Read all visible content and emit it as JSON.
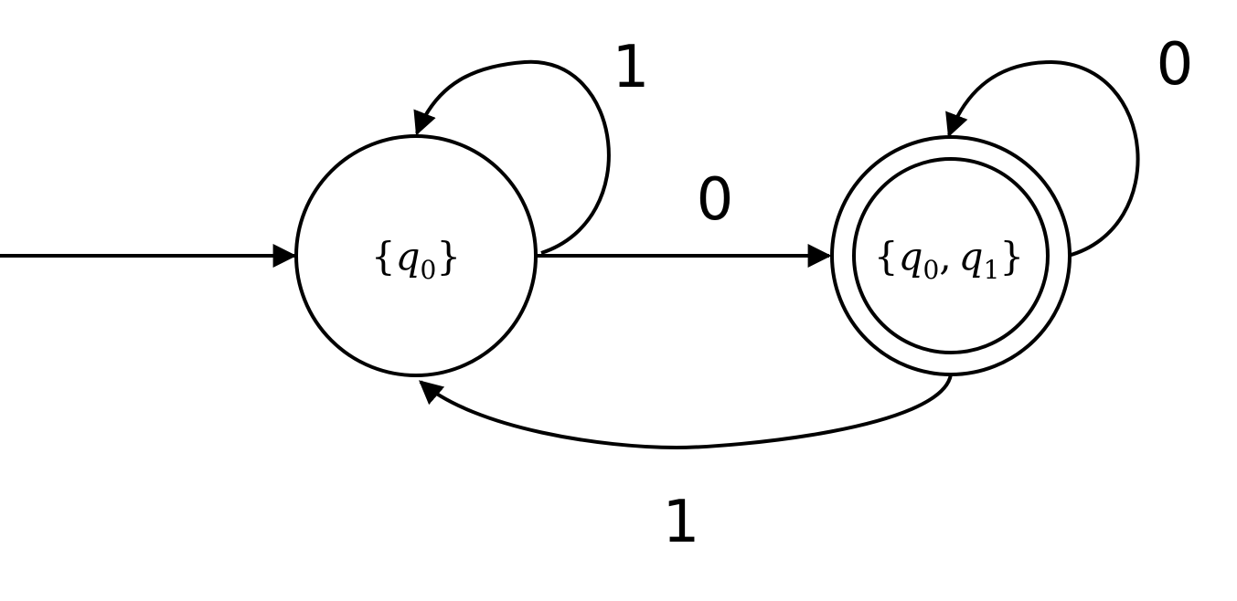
{
  "diagram": {
    "colors": {
      "stroke": "#000000",
      "background": "#ffffff"
    },
    "states": [
      {
        "id": "q0-set",
        "open_brace": "{",
        "close_brace": "}",
        "separator": ",",
        "elements": [
          {
            "symbol": "q",
            "subscript": "0"
          }
        ],
        "initial": true,
        "accepting": false
      },
      {
        "id": "q0-q1-set",
        "open_brace": "{",
        "close_brace": "}",
        "separator": ",",
        "elements": [
          {
            "symbol": "q",
            "subscript": "0"
          },
          {
            "symbol": "q",
            "subscript": "1"
          }
        ],
        "initial": false,
        "accepting": true
      }
    ],
    "transitions": [
      {
        "from": "q0-set",
        "to": "q0-set",
        "label": "1"
      },
      {
        "from": "q0-set",
        "to": "q0-q1-set",
        "label": "0"
      },
      {
        "from": "q0-q1-set",
        "to": "q0-q1-set",
        "label": "0"
      },
      {
        "from": "q0-q1-set",
        "to": "q0-set",
        "label": "1"
      }
    ]
  }
}
